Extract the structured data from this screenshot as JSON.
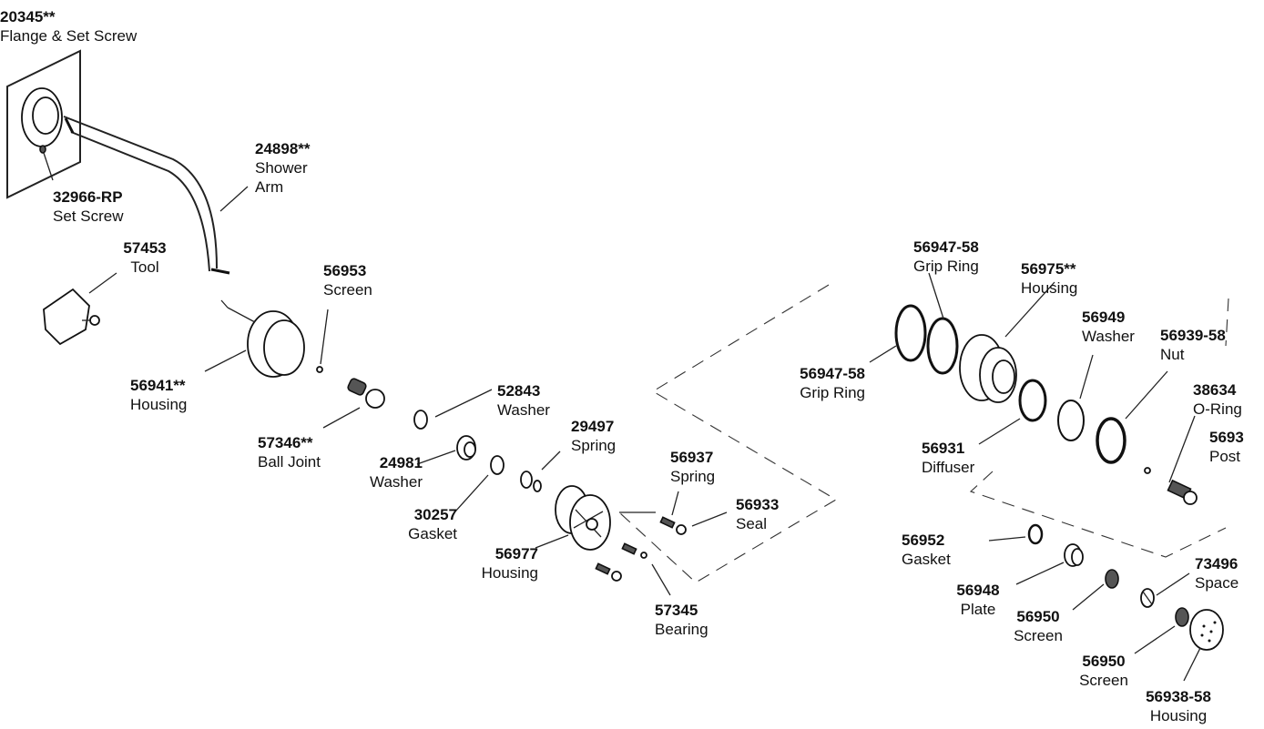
{
  "labels": [
    {
      "id": "flange",
      "part": "20345**",
      "name": "Flange & Set Screw"
    },
    {
      "id": "setscrew",
      "part": "32966-RP",
      "name": "Set Screw"
    },
    {
      "id": "showerarm",
      "part": "24898**",
      "name": "Shower\nArm"
    },
    {
      "id": "tool",
      "part": "57453",
      "name": "Tool"
    },
    {
      "id": "screen1",
      "part": "56953",
      "name": "Screen"
    },
    {
      "id": "housing1",
      "part": "56941**",
      "name": "Housing"
    },
    {
      "id": "balljoint",
      "part": "57346**",
      "name": "Ball Joint"
    },
    {
      "id": "washer1",
      "part": "52843",
      "name": "Washer"
    },
    {
      "id": "washer2",
      "part": "24981",
      "name": "Washer"
    },
    {
      "id": "spring1",
      "part": "29497",
      "name": "Spring"
    },
    {
      "id": "gasket1",
      "part": "30257",
      "name": "Gasket"
    },
    {
      "id": "spring2",
      "part": "56937",
      "name": "Spring"
    },
    {
      "id": "seal",
      "part": "56933",
      "name": "Seal"
    },
    {
      "id": "housing2",
      "part": "56977",
      "name": "Housing"
    },
    {
      "id": "bearing",
      "part": "57345",
      "name": "Bearing"
    },
    {
      "id": "gripring1",
      "part": "56947-58",
      "name": "Grip Ring"
    },
    {
      "id": "housing3",
      "part": "56975**",
      "name": "Housing"
    },
    {
      "id": "gripring2",
      "part": "56947-58",
      "name": "Grip Ring"
    },
    {
      "id": "washer3",
      "part": "56949",
      "name": "Washer"
    },
    {
      "id": "nut",
      "part": "56939-58",
      "name": "Nut"
    },
    {
      "id": "oring",
      "part": "38634",
      "name": "O-Ring"
    },
    {
      "id": "post",
      "part": "5693",
      "name": "Post"
    },
    {
      "id": "diffuser",
      "part": "56931",
      "name": "Diffuser"
    },
    {
      "id": "gasket2",
      "part": "56952",
      "name": "Gasket"
    },
    {
      "id": "plate",
      "part": "56948",
      "name": "Plate"
    },
    {
      "id": "spacer",
      "part": "73496",
      "name": "Space"
    },
    {
      "id": "screen2",
      "part": "56950",
      "name": "Screen"
    },
    {
      "id": "screen3",
      "part": "56950",
      "name": "Screen"
    },
    {
      "id": "housing4",
      "part": "56938-58",
      "name": "Housing"
    }
  ]
}
